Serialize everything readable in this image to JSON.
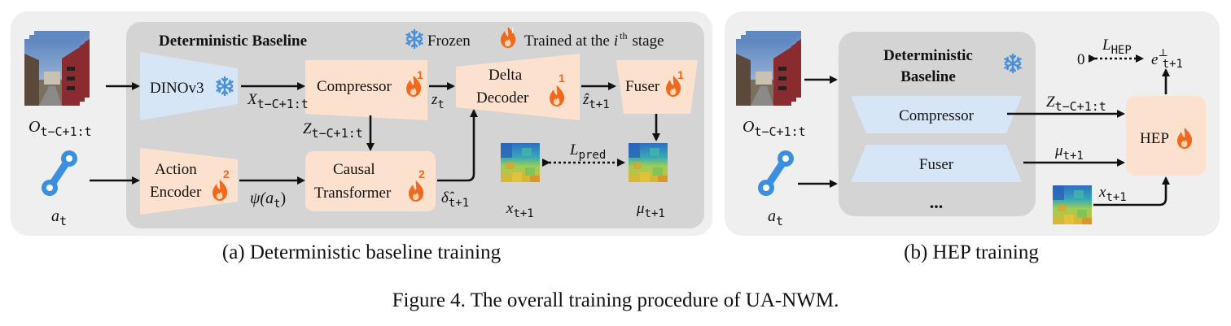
{
  "figure": {
    "caption": "Figure 4. The overall training procedure of UA-NWM.",
    "panel_a": {
      "subcaption": "(a) Deterministic baseline training",
      "box_title": "Deterministic Baseline",
      "legend_frozen": "Frozen",
      "legend_trained": "Trained at the",
      "legend_i": "i",
      "legend_th": "th",
      "legend_stage": "stage",
      "input_obs": {
        "sym": "O",
        "sub": "t−C+1:t"
      },
      "input_action": {
        "sym": "a",
        "sub": "t"
      },
      "modules": {
        "dinov3": "DINOv3",
        "compressor": "Compressor",
        "delta_decoder_1": "Delta",
        "delta_decoder_2": "Decoder",
        "fuser": "Fuser",
        "action_encoder_1": "Action",
        "action_encoder_2": "Encoder",
        "causal_transformer_1": "Causal",
        "causal_transformer_2": "Transformer"
      },
      "stages": {
        "compressor": "1",
        "delta_decoder": "1",
        "fuser": "1",
        "action_encoder": "2",
        "causal_transformer": "2"
      },
      "labels": {
        "x_seq": {
          "sym": "X",
          "sub": "t−C+1:t"
        },
        "z_t": {
          "sym": "z",
          "sub": "t"
        },
        "z_hat": {
          "sym": "ẑ",
          "sub": "t+1"
        },
        "Z_seq": {
          "sym": "Z",
          "sub": "t−C+1:t"
        },
        "psi": "ψ(a",
        "psi_sub": "t",
        "psi_close": ")",
        "delta_hat": {
          "sym": "δ̂",
          "sub": "t+1"
        },
        "x_next": {
          "sym": "x",
          "sub": "t+1"
        },
        "mu_next": {
          "sym": "μ",
          "sub": "t+1"
        },
        "loss": {
          "sym": "L",
          "sub": "pred"
        }
      }
    },
    "panel_b": {
      "subcaption": "(b) HEP training",
      "box_title_1": "Deterministic",
      "box_title_2": "Baseline",
      "input_obs": {
        "sym": "O",
        "sub": "t−C+1:t"
      },
      "input_action": {
        "sym": "a",
        "sub": "t"
      },
      "modules": {
        "compressor": "Compressor",
        "fuser": "Fuser",
        "ellipsis": "...",
        "hep": "HEP"
      },
      "labels": {
        "Z_seq": {
          "sym": "Z",
          "sub": "t−C+1:t"
        },
        "mu_next": {
          "sym": "μ",
          "sub": "t+1"
        },
        "x_next": {
          "sym": "x",
          "sub": "t+1"
        },
        "zero": "0",
        "e_next": {
          "sym": "e",
          "sup": "⊥",
          "sub": "t+1"
        },
        "loss": {
          "sym": "L",
          "sub": "HEP"
        }
      }
    },
    "colors": {
      "panel_bg": "#efefef",
      "inner_box": "#d4d4d4",
      "trainable": "#fde1cf",
      "frozen": "#d7e6f6",
      "flame": "#ef6a1f",
      "snow": "#4a90d9",
      "joint": "#3c8fe0"
    }
  }
}
